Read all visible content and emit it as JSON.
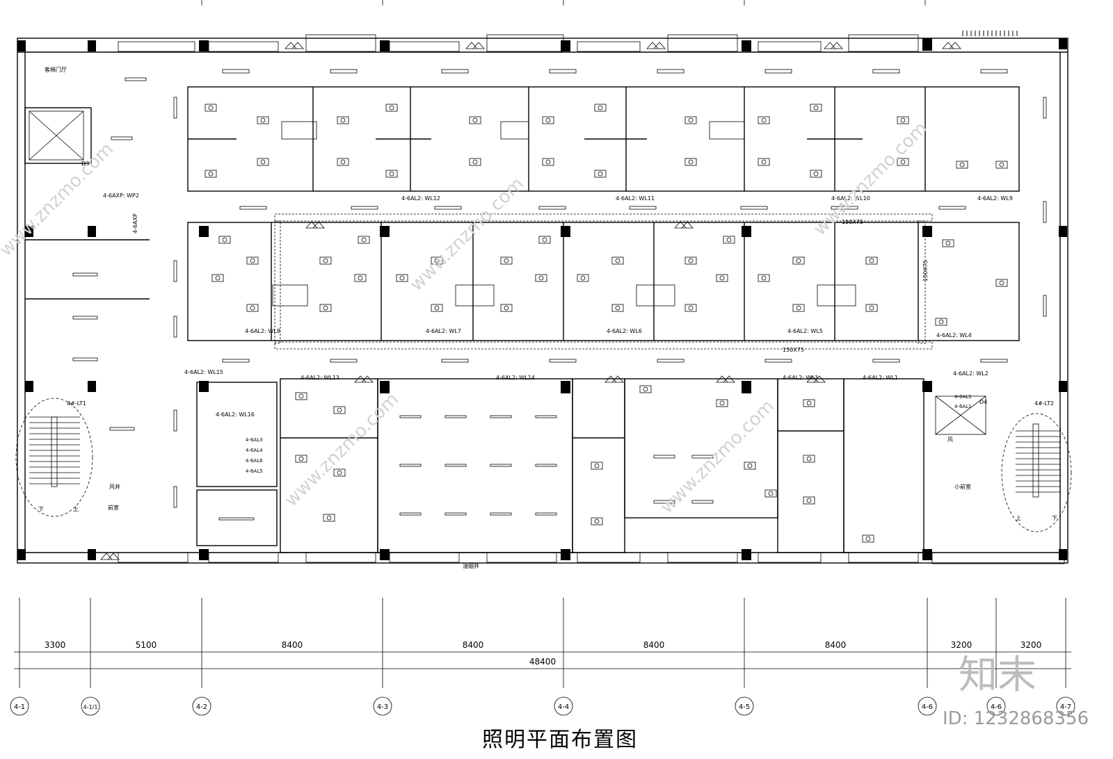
{
  "drawing": {
    "title": "照明平面布置图",
    "overall_dimension": "48400",
    "bay_dimensions": [
      "3300",
      "5100",
      "8400",
      "8400",
      "8400",
      "8400",
      "3200",
      "3200"
    ],
    "axes": [
      "4-1",
      "4-1/1",
      "4-2",
      "4-3",
      "4-4",
      "4-5",
      "4-6",
      "4-6",
      "4-7"
    ],
    "circuits": {
      "wl12": "4-6AL2: WL12",
      "wl11": "4-6AL2: WL11",
      "wl10": "4-6AL2: WL10",
      "wl9": "4-6AL2: WL9",
      "wl8": "4-6AL2: WL8",
      "wl7": "4-6AL2: WL7",
      "wl6": "4-6AL2: WL6",
      "wl5": "4-6AL2: WL5",
      "wl4": "4-6AL2: WL4",
      "wl15": "4-6AL2: WL15",
      "wl16": "4-6AL2: WL16",
      "wl13": "4-6AL2: WL13",
      "wl14": "4-6AL2: WL14",
      "wl3": "4-6AL2: WL3",
      "wl1": "4-6AL2: WL1",
      "wl2": "4-6AL2: WL2",
      "wp2": "4-6AXP: WP2",
      "axp": "4-6AXP"
    },
    "panels": [
      "4-6AL3",
      "4-6AL4",
      "4-6AL6",
      "4-6AL5"
    ],
    "panels_right": [
      "4-6AL5",
      "4-6AL1"
    ],
    "trays": {
      "top": "150X75",
      "bottom": "150X75",
      "vertical": "150X75"
    },
    "rooms": {
      "lobby": "客梯门厅",
      "d3": "D3",
      "d4": "D4",
      "lt1": "4#-LT1",
      "lt2": "4#-LT2",
      "shaft": "风井",
      "front": "前室",
      "down": "下",
      "up": "上",
      "down2": "下",
      "up2": "上",
      "smoke": "油烟井",
      "small_front": "小前室",
      "wind": "风"
    }
  },
  "watermark": {
    "brand": "知末",
    "id": "ID: 1232868356",
    "site": "www.znzmo.com"
  }
}
